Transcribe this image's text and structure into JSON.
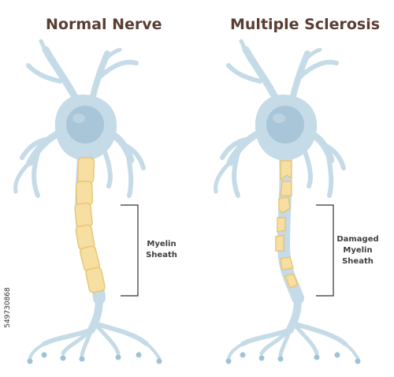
{
  "titles": {
    "normal": "Normal Nerve",
    "ms": "Multiple Sclerosis"
  },
  "labels": {
    "normal_sheath": [
      "Myelin",
      "Sheath"
    ],
    "damaged_sheath": [
      "Damaged",
      "Myelin",
      "Sheath"
    ]
  },
  "side_id": "549730868",
  "colors": {
    "title": "#5a3d33",
    "neuron": "#c5dbe7",
    "nucleus": "#a8c6d8",
    "myelin": "#f7dfa2",
    "myelin_edge": "#e7c677",
    "bracket": "#333333"
  }
}
